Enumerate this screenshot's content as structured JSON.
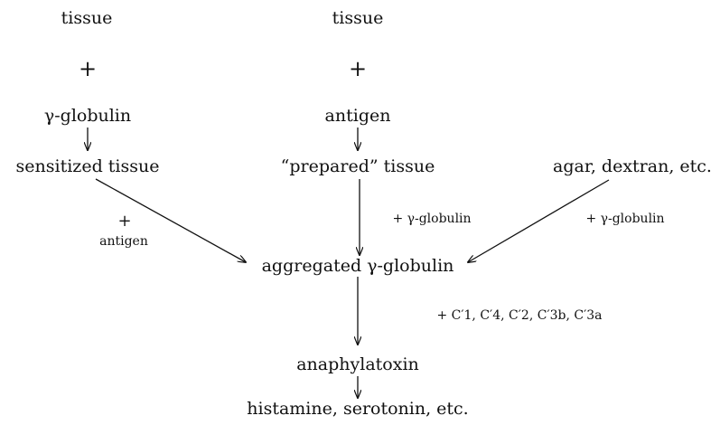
{
  "nodes": {
    "left_tissue": "tissue",
    "left_plus": "+",
    "left_gamma": "γ-globulin",
    "sensitized": "sensitized tissue",
    "mid_tissue": "tissue",
    "mid_plus": "+",
    "mid_antigen": "antigen",
    "prepared": "“prepared” tissue",
    "agar": "agar, dextran, etc.",
    "aggregated": "aggregated γ-globulin",
    "anaphylatoxin": "anaphylatoxin",
    "histamine": "histamine, serotonin, etc."
  },
  "edge_labels": {
    "left_plus": "+",
    "left_antigen": "antigen",
    "prepared_gamma": "+ γ-globulin",
    "agar_gamma": "+ γ-globulin",
    "complement": "+ C′1, C′4, C′2, C′3b, C′3a"
  }
}
